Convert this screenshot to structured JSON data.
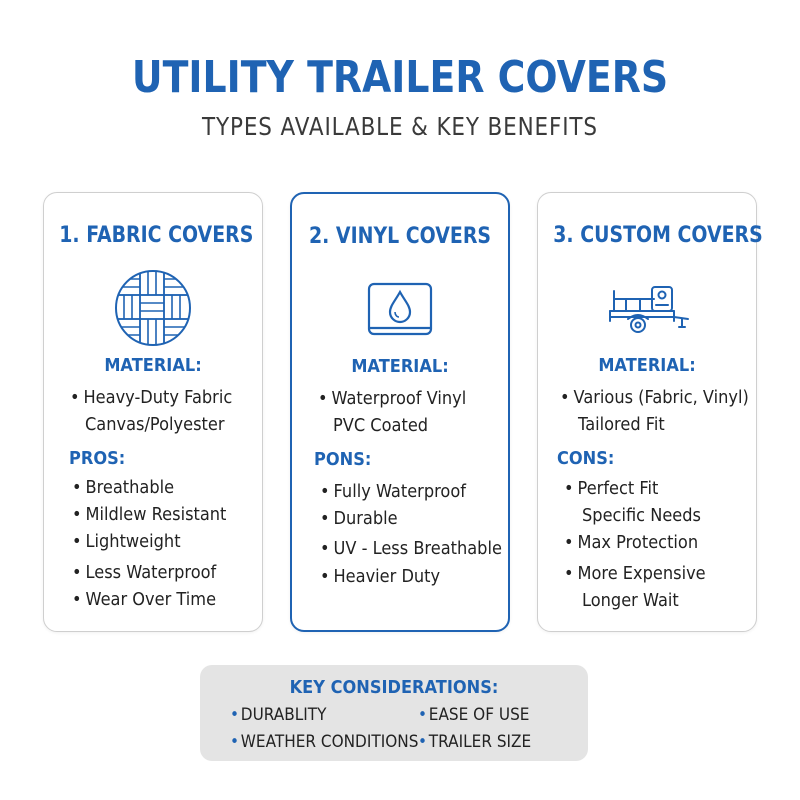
{
  "header": {
    "title": "UTILITY TRAILER COVERS",
    "subtitle": "TYPES AVAILABLE & KEY BENEFITS"
  },
  "colors": {
    "accent": "#1f63b3",
    "text": "#222222",
    "card_border": "#cfcfcf",
    "key_box_bg": "#e4e4e4"
  },
  "cards": [
    {
      "title": "1. FABRIC COVERS",
      "icon": "fabric-weave-icon",
      "material_heading": "MATERIAL:",
      "material": [
        "Heavy-Duty Fabric",
        "Canvas/Polyester"
      ],
      "list_heading": "PROS:",
      "list": [
        "Breathable",
        "Mildlew Resistant",
        "Lightweight",
        "Less Waterproof",
        "Wear Over Time"
      ]
    },
    {
      "title": "2. VINYL COVERS",
      "icon": "water-drop-icon",
      "material_heading": "MATERIAL:",
      "material": [
        "Waterproof Vinyl",
        "PVC Coated"
      ],
      "list_heading": "PONS:",
      "list": [
        "Fully Waterproof",
        "Durable",
        "UV - Less Breathable",
        "Heavier Duty"
      ]
    },
    {
      "title": "3. CUSTOM COVERS",
      "icon": "utility-trailer-icon",
      "material_heading": "MATERIAL:",
      "material": [
        "Various (Fabric, Vinyl)",
        "Tailored Fit"
      ],
      "list_heading": "CONS:",
      "list": [
        "Perfect Fit",
        "Specific Needs",
        "Max Protection",
        "More Expensive",
        "Longer Wait"
      ]
    }
  ],
  "key_considerations": {
    "title": "KEY CONSIDERATIONS:",
    "items": [
      "DURABLITY",
      "EASE OF USE",
      "WEATHER CONDITIONS",
      "TRAILER SIZE"
    ]
  }
}
